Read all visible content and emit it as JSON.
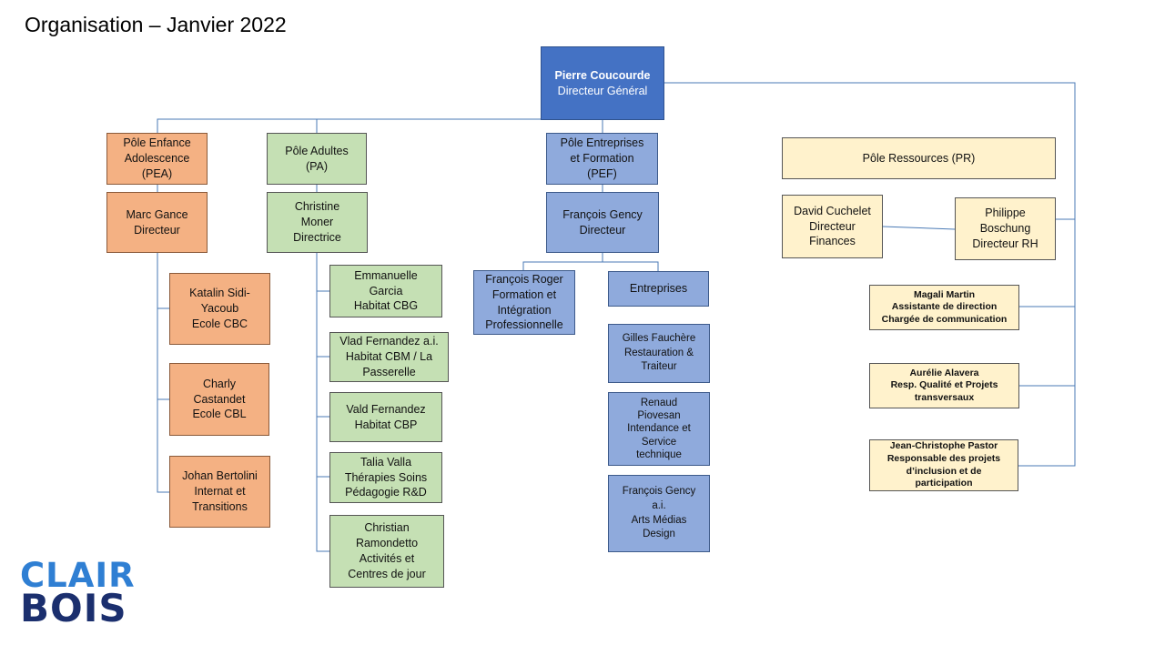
{
  "title": "Organisation – Janvier 2022",
  "logo": {
    "line1": "CLAIR",
    "line2": "BOIS"
  },
  "ceo": {
    "name": "Pierre Coucourde",
    "role": "Directeur Général"
  },
  "pea": {
    "title": [
      "Pôle Enfance",
      "Adolescence",
      "(PEA)"
    ],
    "director": [
      "Marc Gance",
      "Directeur"
    ],
    "units": [
      [
        "Katalin Sidi-",
        "Yacoub",
        "Ecole CBC"
      ],
      [
        "Charly",
        "Castandet",
        "Ecole CBL"
      ],
      [
        "Johan Bertolini",
        "Internat et",
        "Transitions"
      ]
    ]
  },
  "pa": {
    "title": [
      "Pôle Adultes",
      "(PA)"
    ],
    "director": [
      "Christine",
      "Moner",
      "Directrice"
    ],
    "units": [
      [
        "Emmanuelle",
        "Garcia",
        "Habitat CBG"
      ],
      [
        "Vlad Fernandez a.i.",
        "Habitat CBM / La",
        "Passerelle"
      ],
      [
        "Vald Fernandez",
        "Habitat CBP"
      ],
      [
        "Talia Valla",
        "Thérapies Soins",
        "Pédagogie R&D"
      ],
      [
        "Christian",
        "Ramondetto",
        "Activités et",
        "Centres de jour"
      ]
    ]
  },
  "pef": {
    "title": [
      "Pôle Entreprises",
      "et Formation",
      "(PEF)"
    ],
    "director": [
      "François Gency",
      "Directeur"
    ],
    "formation": [
      "François Roger",
      "Formation et",
      "Intégration",
      "Professionnelle"
    ],
    "entreprises": [
      "Entreprises"
    ],
    "units": [
      [
        "Gilles Fauchère",
        "Restauration &",
        "Traiteur"
      ],
      [
        "Renaud",
        "Piovesan",
        "Intendance et",
        "Service",
        "technique"
      ],
      [
        "François Gency",
        "a.i.",
        "Arts Médias",
        "Design"
      ]
    ]
  },
  "pr": {
    "title": [
      "Pôle Ressources (PR)"
    ],
    "finance": [
      "David Cuchelet",
      "Directeur",
      "Finances"
    ],
    "rh": [
      "Philippe",
      "Boschung",
      "Directeur RH"
    ],
    "staff": [
      [
        "Magali Martin",
        "Assistante de direction",
        "Chargée de communication"
      ],
      [
        "Aurélie Alavera",
        "Resp. Qualité et Projets",
        "transversaux"
      ],
      [
        "Jean-Christophe Pastor",
        "Responsable des projets",
        "d’inclusion et de",
        "participation"
      ]
    ]
  },
  "colors": {
    "orange": "#f4b183",
    "green": "#c5e0b4",
    "blue": "#8faadc",
    "dark_blue": "#4472c4",
    "cream": "#fff2cc",
    "line": "#4a7ab5"
  }
}
